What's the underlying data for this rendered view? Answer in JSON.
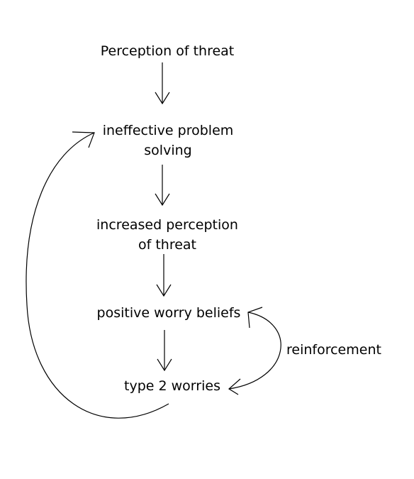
{
  "diagram": {
    "nodes": [
      {
        "id": "perception",
        "lines": [
          "Perception of threat"
        ]
      },
      {
        "id": "problem-solving",
        "lines": [
          "ineffective problem",
          "solving"
        ]
      },
      {
        "id": "increased-perception",
        "lines": [
          "increased perception",
          "of threat"
        ]
      },
      {
        "id": "positive-beliefs",
        "lines": [
          "positive worry beliefs"
        ]
      },
      {
        "id": "type2",
        "lines": [
          "type 2 worries"
        ]
      }
    ],
    "loop_label": "reinforcement",
    "line_color": "#000000"
  }
}
